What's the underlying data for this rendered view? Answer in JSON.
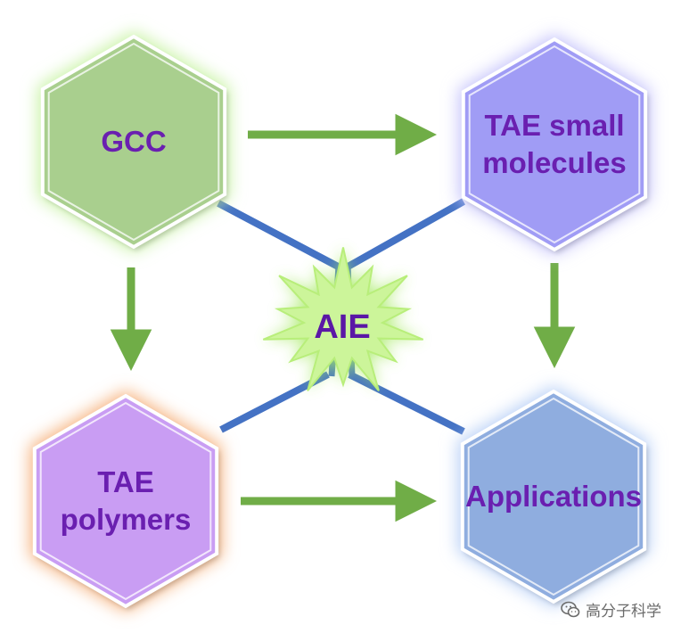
{
  "nodes": {
    "gcc": {
      "label_lines": [
        "GCC"
      ],
      "fill": "#a9cf8e",
      "glow": "#c9f3a6"
    },
    "tae_small": {
      "label_lines": [
        "TAE small",
        "molecules"
      ],
      "fill": "#a09cf5",
      "glow": "#c6c4fb"
    },
    "tae_polymers": {
      "label_lines": [
        "TAE",
        "polymers"
      ],
      "fill": "#c99df3",
      "glow": "#f6b27e"
    },
    "applications": {
      "label_lines": [
        "Applications"
      ],
      "fill": "#8faddf",
      "glow": "#b9d0f7"
    }
  },
  "center": {
    "label": "AIE",
    "fill": "#ccf59a",
    "glow": "#a6ea64"
  },
  "colors": {
    "arrow": "#70ad47",
    "connector": "#4472c4",
    "label_text": "#6a1fb0"
  },
  "watermark": {
    "text": "高分子科学",
    "icon": "wechat-icon"
  }
}
